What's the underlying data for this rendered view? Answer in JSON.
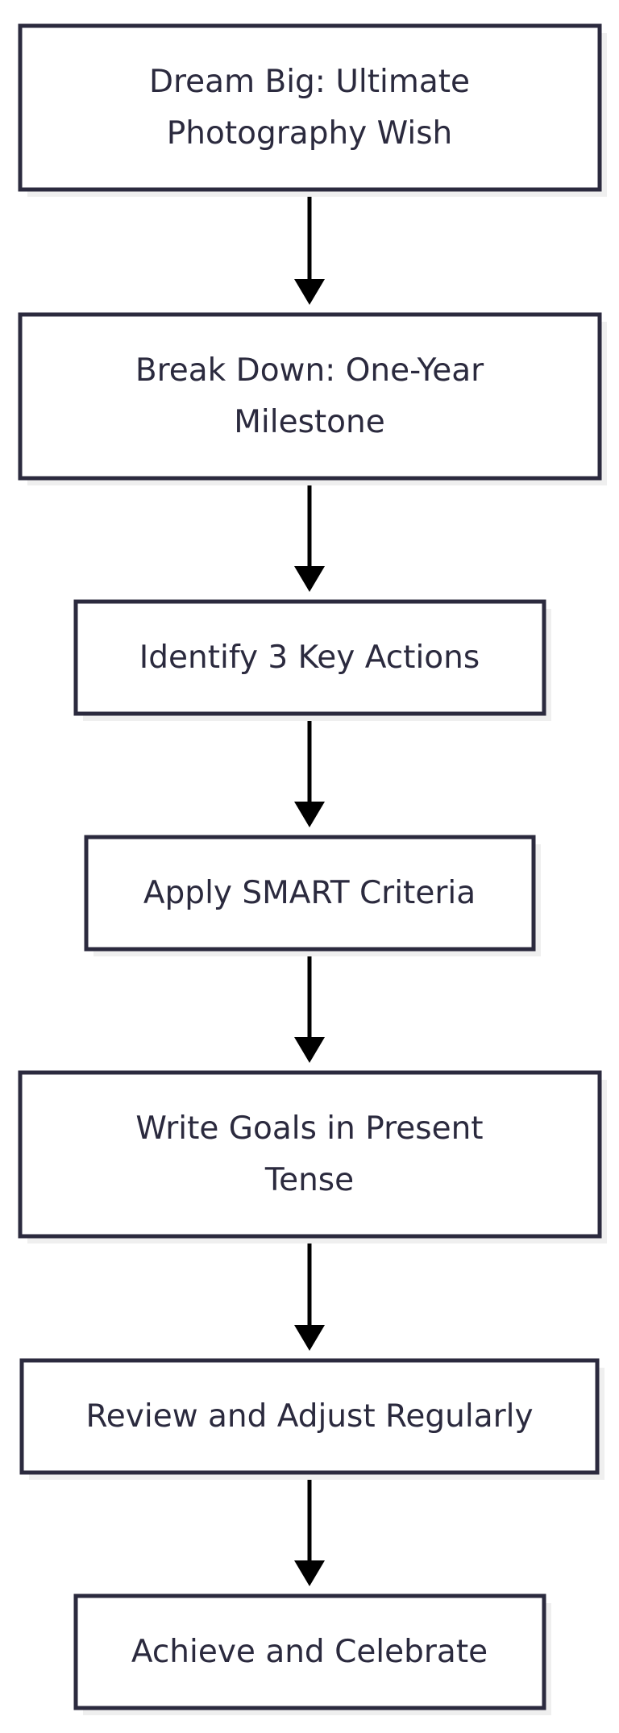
{
  "diagram": {
    "nodes": [
      {
        "id": "dream-big",
        "lines": [
          "Dream Big: Ultimate",
          "Photography Wish"
        ]
      },
      {
        "id": "break-down",
        "lines": [
          "Break Down: One-Year",
          "Milestone"
        ]
      },
      {
        "id": "key-actions",
        "lines": [
          "Identify 3 Key Actions"
        ]
      },
      {
        "id": "smart",
        "lines": [
          "Apply SMART Criteria"
        ]
      },
      {
        "id": "present-tense",
        "lines": [
          "Write Goals in Present",
          "Tense"
        ]
      },
      {
        "id": "review",
        "lines": [
          "Review and Adjust Regularly"
        ]
      },
      {
        "id": "celebrate",
        "lines": [
          "Achieve and Celebrate"
        ]
      }
    ],
    "edges": [
      {
        "from": "dream-big",
        "to": "break-down"
      },
      {
        "from": "break-down",
        "to": "key-actions"
      },
      {
        "from": "key-actions",
        "to": "smart"
      },
      {
        "from": "smart",
        "to": "present-tense"
      },
      {
        "from": "present-tense",
        "to": "review"
      },
      {
        "from": "review",
        "to": "celebrate"
      }
    ],
    "colors": {
      "node_border": "#2b2a3e",
      "node_fill": "#ffffff",
      "node_text": "#2b2a3e",
      "shadow": "#efefef",
      "edge": "#000000"
    }
  }
}
